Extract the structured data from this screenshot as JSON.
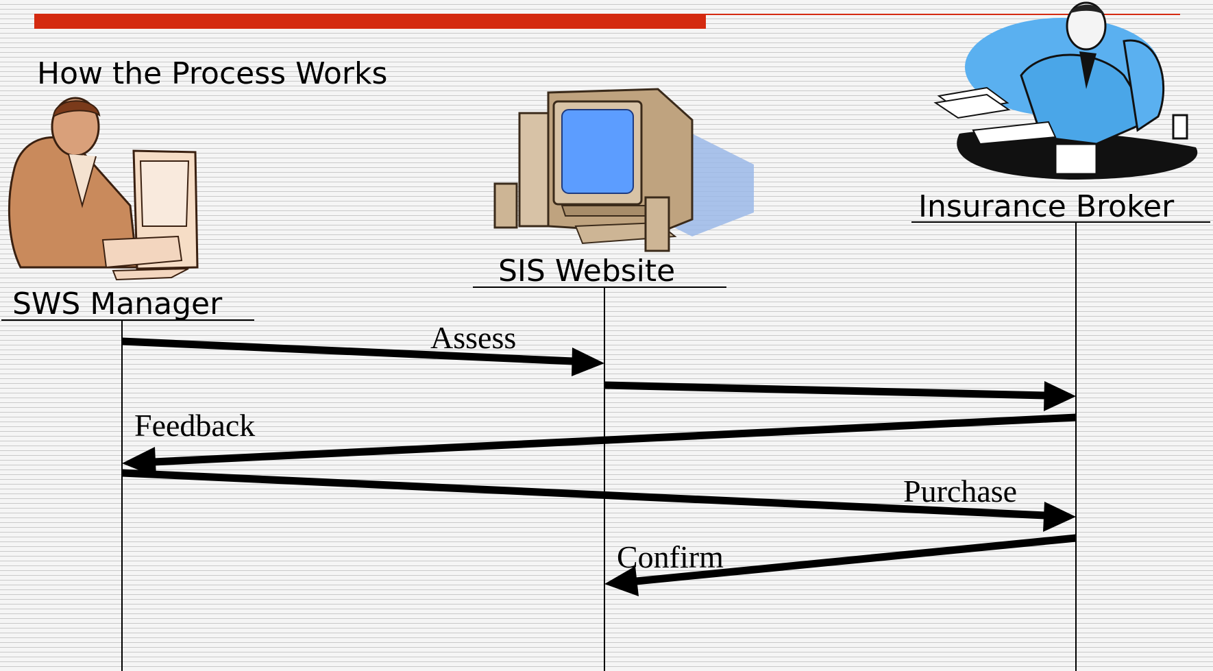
{
  "title": "How the Process Works",
  "colors": {
    "accent_bar": "#d42a10",
    "monitor_screen": "#5c9dff",
    "broker_backdrop": "#5ab0f0",
    "manager_skin": "#c98a5c"
  },
  "actors": [
    {
      "id": "sws-manager",
      "label": "SWS Manager",
      "icon": "office-worker-at-computer-icon"
    },
    {
      "id": "sis-website",
      "label": "SIS Website",
      "icon": "desktop-computer-icon"
    },
    {
      "id": "insurance-broker",
      "label": "Insurance Broker",
      "icon": "businessman-at-desk-icon"
    }
  ],
  "messages": [
    {
      "from": "sws-manager",
      "to": "sis-website",
      "label": "Assess"
    },
    {
      "from": "sis-website",
      "to": "insurance-broker",
      "label": ""
    },
    {
      "from": "insurance-broker",
      "to": "sws-manager",
      "label": "Feedback"
    },
    {
      "from": "sws-manager",
      "to": "insurance-broker",
      "label": "Purchase"
    },
    {
      "from": "insurance-broker",
      "to": "sis-website",
      "label": "Confirm"
    }
  ]
}
